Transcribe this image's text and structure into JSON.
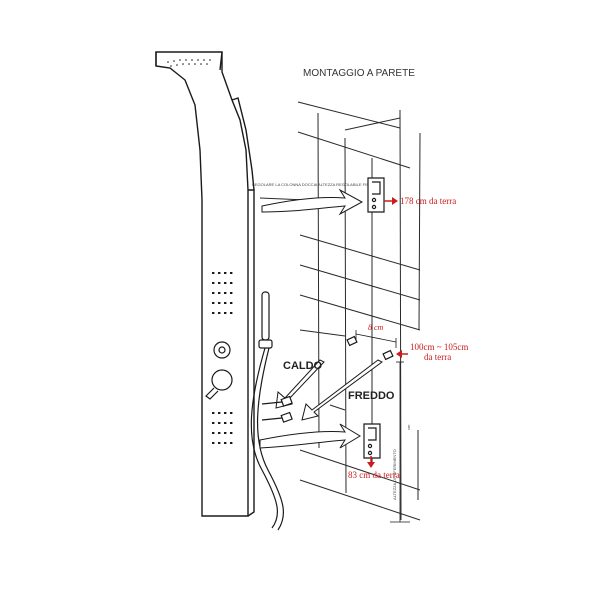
{
  "diagram": {
    "title": "MONTAGGIO A PARETE",
    "labels": {
      "caldo": "CALDO",
      "freddo": "FREDDO",
      "top_height": "178 cm da terra",
      "pipe_gap": "8 cm",
      "pipe_height_line1": "100cm ~ 105cm",
      "pipe_height_line2": "da terra",
      "bottom_height": "83 cm da terra",
      "panel_note": "REGOLARE LA COLONNA DOCCIA ALTEZZA REGOLABILE FISSARE",
      "vertical_note": "ALTEZZA DI RIFERIMENTO",
      "vertical_note_unit": "cm"
    },
    "colors": {
      "line": "#1a1a1a",
      "annotation": "#cc1b1b",
      "grid": "#2a2a2a"
    }
  }
}
